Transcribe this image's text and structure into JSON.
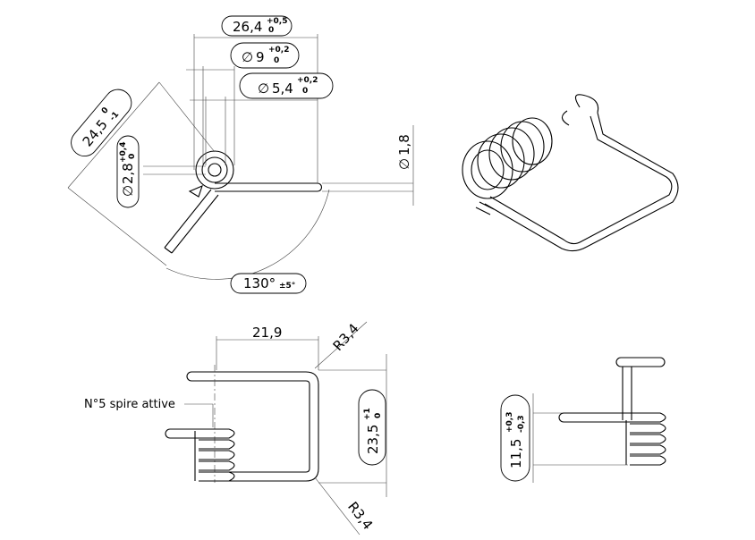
{
  "dimensions": {
    "width_top": {
      "value": "26,4",
      "upper": "+0,5",
      "lower": "0"
    },
    "dia_9": {
      "symbol": "∅",
      "value": "9",
      "upper": "+0,2",
      "lower": "0"
    },
    "dia_54": {
      "symbol": "∅",
      "value": "5,4",
      "upper": "+0,2",
      "lower": "0"
    },
    "leg_245": {
      "value": "24,5",
      "upper": "0",
      "lower": "-1"
    },
    "dia_28": {
      "symbol": "∅",
      "value": "2,8",
      "upper": "+0,4",
      "lower": "0"
    },
    "wire_dia": {
      "symbol": "∅",
      "value": "1,8"
    },
    "angle": {
      "value": "130°",
      "tol": "±5°"
    },
    "length_219": {
      "value": "21,9"
    },
    "radius_top": {
      "value": "R3,4"
    },
    "radius_bottom": {
      "value": "R3,4"
    },
    "height_235": {
      "value": "23,5",
      "upper": "+1",
      "lower": "0"
    },
    "height_115": {
      "value": "11,5",
      "upper": "+0,3",
      "lower": "-0,3"
    }
  },
  "notes": {
    "active_coils": "N°5 spire attive"
  }
}
